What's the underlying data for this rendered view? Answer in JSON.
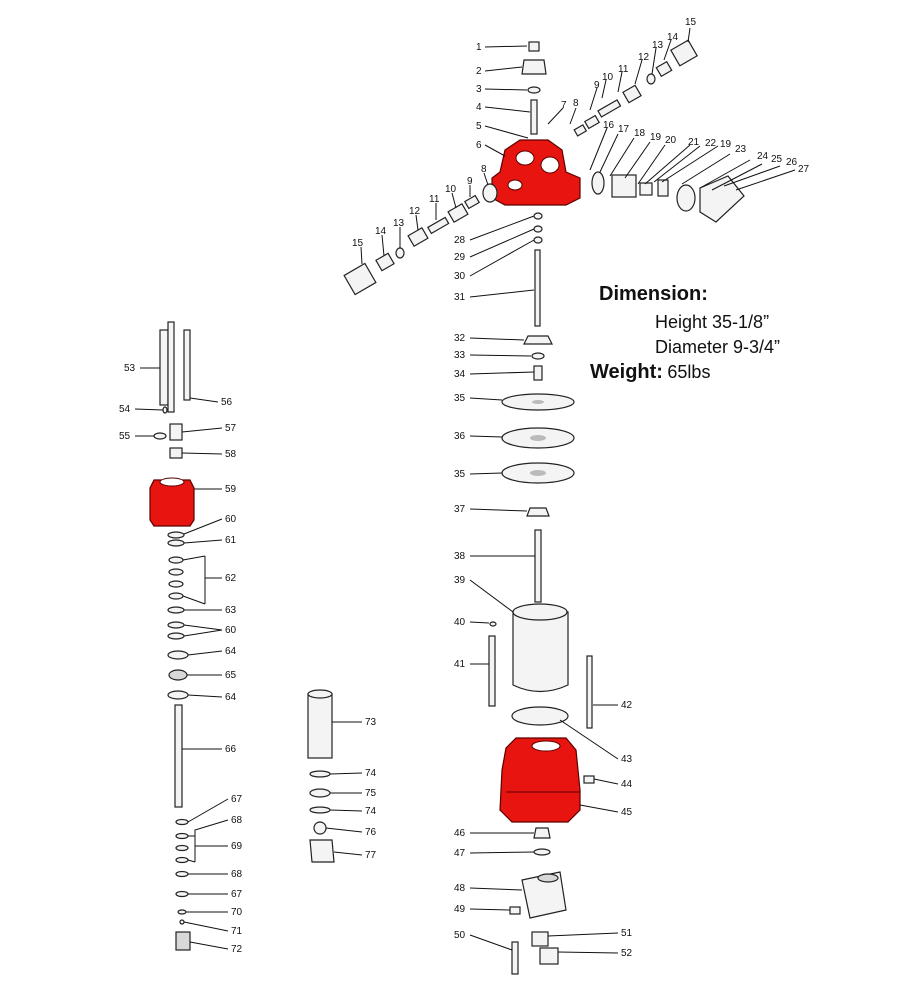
{
  "colors": {
    "highlight": "#e8140f",
    "line": "#111111",
    "metal": "#f4f4f4"
  },
  "specs": {
    "dimension_label": "Dimension:",
    "height": "Height 35-1/8”",
    "diameter": "Diameter 9-3/4”",
    "weight_label": "Weight:",
    "weight_value": "65lbs"
  },
  "callouts": [
    "1",
    "2",
    "3",
    "4",
    "5",
    "6",
    "7",
    "8",
    "9",
    "10",
    "11",
    "12",
    "13",
    "14",
    "15",
    "16",
    "17",
    "18",
    "19",
    "20",
    "21",
    "22",
    "23",
    "24",
    "25",
    "26",
    "27",
    "28",
    "29",
    "30",
    "31",
    "32",
    "33",
    "34",
    "35",
    "36",
    "37",
    "38",
    "39",
    "40",
    "41",
    "42",
    "43",
    "44",
    "45",
    "46",
    "47",
    "48",
    "49",
    "50",
    "51",
    "52",
    "53",
    "54",
    "55",
    "56",
    "57",
    "58",
    "59",
    "60",
    "61",
    "62",
    "63",
    "64",
    "65",
    "66",
    "67",
    "68",
    "69",
    "70",
    "71",
    "72",
    "73",
    "74",
    "75",
    "76",
    "77"
  ]
}
